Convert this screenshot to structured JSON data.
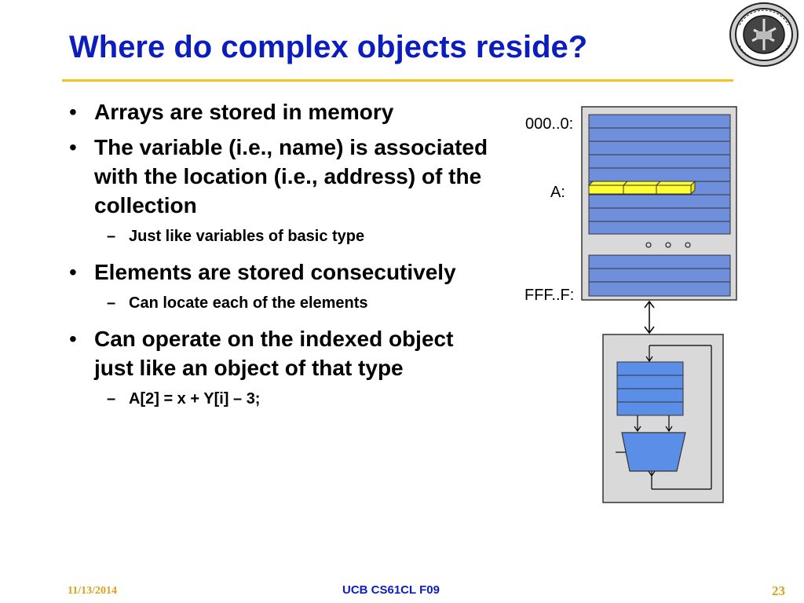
{
  "slide": {
    "title": "Where do complex objects reside?",
    "bullets": [
      {
        "text": "Arrays are stored in memory",
        "subs": []
      },
      {
        "text": "The variable (i.e., name) is associated with the location (i.e., address) of the collection",
        "subs": [
          "Just like variables of basic type"
        ]
      },
      {
        "text": "Elements are stored consecutively",
        "subs": [
          "Can locate each of the elements"
        ]
      },
      {
        "text": "Can operate on the indexed object just like an object of that type",
        "subs": [
          "A[2] = x + Y[i] – 3;"
        ]
      }
    ],
    "bullet_symbol": "•",
    "sub_symbol": "–"
  },
  "diagram": {
    "memory_start_label": "000..0:",
    "array_label": "A:",
    "memory_end_label": "FFF..F:",
    "ellipsis_symbol": "o o o",
    "colors": {
      "memory_fill": "#6f8fdc",
      "array_fill": "#ffff33",
      "panel_fill": "#d9d9d9",
      "processor_fill": "#5b8ee6"
    }
  },
  "footer": {
    "date": "11/13/2014",
    "course": "UCB CS61CL F09",
    "page": "23"
  },
  "logo": {
    "icon": "university-seal-icon"
  },
  "theme": {
    "title_color": "#0b1ebd",
    "accent_color": "#f6c21b",
    "footer_color": "#d9a21b"
  }
}
